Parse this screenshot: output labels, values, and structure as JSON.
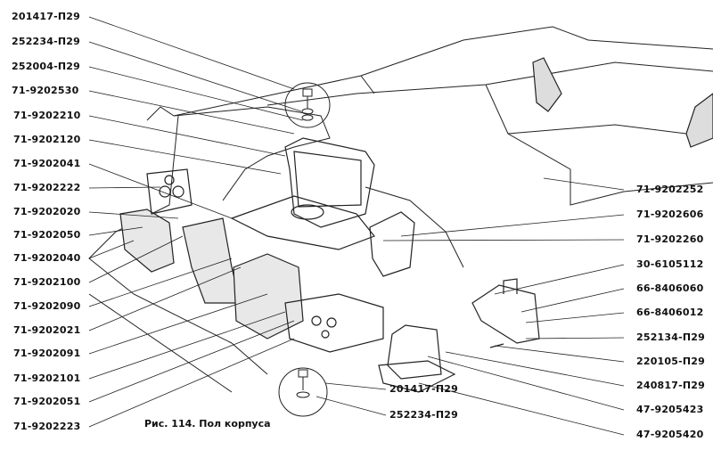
{
  "caption": "Рис. 114. Пол корпуса",
  "labels_left": [
    "201417-П29",
    "252234-П29",
    "252004-П29",
    "71-9202530",
    "71-9202210",
    "71-9202120",
    "71-9202041",
    "71-9202222",
    "71-9202020",
    "71-9202050",
    "71-9202040",
    "71-9202100",
    "71-9202090",
    "71-9202021",
    "71-9202091",
    "71-9202101",
    "71-9202051",
    "71-9202223"
  ],
  "labels_right": [
    "71-9202252",
    "71-9202606",
    "71-9202260",
    "30-6105112",
    "66-8406060",
    "66-8406012",
    "252134-П29",
    "220105-П29",
    "240817-П29",
    "47-9205423",
    "47-9205420"
  ],
  "labels_bottom": [
    "201417-П29",
    "252234-П29"
  ]
}
